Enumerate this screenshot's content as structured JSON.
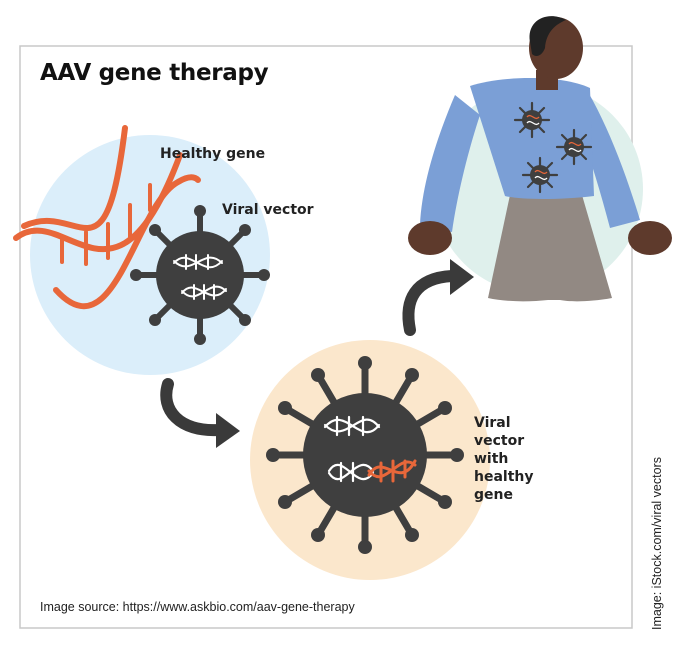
{
  "title": "AAV gene therapy",
  "labels": {
    "healthy_gene": "Healthy gene",
    "viral_vector": "Viral vector",
    "vector_with_gene_lines": [
      "Viral",
      "vector",
      "with",
      "healthy",
      "gene"
    ]
  },
  "footer": {
    "source": "Image source: https://www.askbio.com/aav-gene-therapy",
    "credit": "Image: iStock.com/viral vectors"
  },
  "colors": {
    "frame": "#c8c8c8",
    "circle_blue": "#dbeefa",
    "circle_peach": "#fbe7cc",
    "circle_mint": "#dff0ec",
    "dna_orange": "#e8673a",
    "virus_dark": "#3f3f3f",
    "arrow": "#3a3a3a",
    "shirt_blue": "#7b9fd6",
    "pants_taupe": "#928983",
    "skin": "#5e3a2c",
    "hair": "#222222"
  }
}
